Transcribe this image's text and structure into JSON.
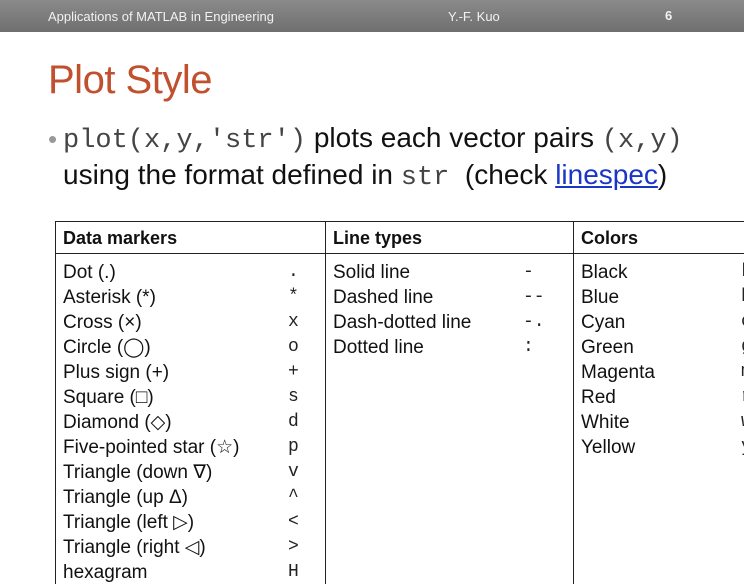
{
  "header": {
    "course": "Applications of MATLAB in Engineering",
    "author": "Y.-F. Kuo",
    "page": "6"
  },
  "title": "Plot Style",
  "bullet": {
    "code1": "plot(x,y,'str')",
    "text1": " plots each vector pairs ",
    "code2": "(x,y)",
    "text2": "using the format defined in ",
    "code3": "str",
    "text3": "  (check ",
    "link": "linespec",
    "text4": ")"
  },
  "table": {
    "columns": [
      {
        "header": "Data markers",
        "rows": [
          {
            "label": "Dot (.)",
            "symbol": "."
          },
          {
            "label": "Asterisk (*)",
            "symbol": "*"
          },
          {
            "label": "Cross (×)",
            "symbol": "x"
          },
          {
            "label": "Circle (◯)",
            "symbol": "o"
          },
          {
            "label": "Plus sign (+)",
            "symbol": "+"
          },
          {
            "label": "Square (□)",
            "symbol": "s"
          },
          {
            "label": "Diamond (◇)",
            "symbol": "d"
          },
          {
            "label": "Five-pointed star (☆)",
            "symbol": "p"
          },
          {
            "label": "Triangle (down ∇)",
            "symbol": "v"
          },
          {
            "label": "Triangle (up Δ)",
            "symbol": "^"
          },
          {
            "label": "Triangle (left ▷)",
            "symbol": "<"
          },
          {
            "label": "Triangle (right ◁)",
            "symbol": ">"
          },
          {
            "label": "hexagram",
            "symbol": "H"
          }
        ]
      },
      {
        "header": "Line types",
        "rows": [
          {
            "label": "Solid line",
            "symbol": "-"
          },
          {
            "label": "Dashed line",
            "symbol": "--"
          },
          {
            "label": "Dash-dotted line",
            "symbol": "-."
          },
          {
            "label": "Dotted line",
            "symbol": ":"
          }
        ]
      },
      {
        "header": "Colors",
        "rows": [
          {
            "label": "Black",
            "symbol": "k"
          },
          {
            "label": "Blue",
            "symbol": "b"
          },
          {
            "label": "Cyan",
            "symbol": "c"
          },
          {
            "label": "Green",
            "symbol": "g"
          },
          {
            "label": "Magenta",
            "symbol": "m"
          },
          {
            "label": "Red",
            "symbol": "r"
          },
          {
            "label": "White",
            "symbol": "w"
          },
          {
            "label": "Yellow",
            "symbol": "y"
          }
        ]
      }
    ]
  },
  "colors": {
    "title": "#c1502e",
    "link": "#1a35c8",
    "header_bar": "#7a7a7a"
  }
}
